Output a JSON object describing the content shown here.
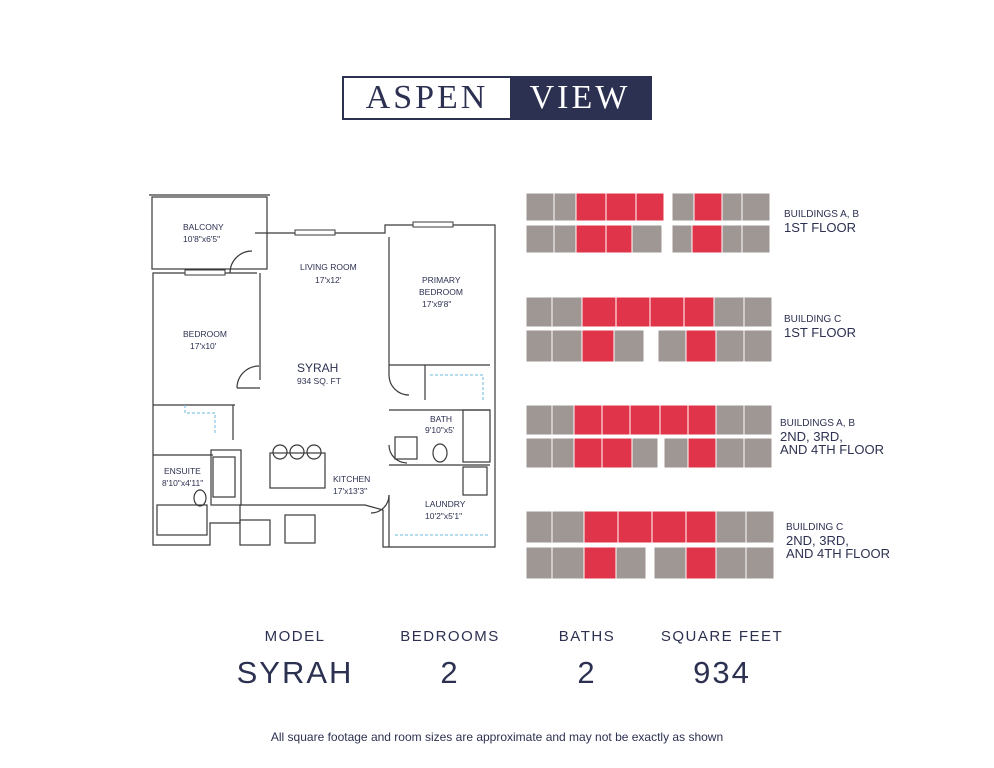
{
  "logo": {
    "left": "ASPEN",
    "right": "VIEW"
  },
  "floorplan": {
    "rooms": [
      {
        "name": "BALCONY",
        "dims": "10'8\"x6'5\""
      },
      {
        "name": "LIVING ROOM",
        "dims": "17'x12'"
      },
      {
        "name": "PRIMARY",
        "name2": "BEDROOM",
        "dims": "17'x9'8\""
      },
      {
        "name": "BEDROOM",
        "dims": "17'x10'"
      },
      {
        "name": "BATH",
        "dims": "9'10\"x5'"
      },
      {
        "name": "ENSUITE",
        "dims": "8'10\"x4'11\""
      },
      {
        "name": "KITCHEN",
        "dims": "17'x13'3\""
      },
      {
        "name": "LAUNDRY",
        "dims": "10'2\"x5'1\""
      }
    ],
    "model_name": "SYRAH",
    "model_area": "934 SQ. FT"
  },
  "buildings": [
    {
      "line1": "BUILDINGS A, B",
      "line2": "1ST FLOOR",
      "line3": ""
    },
    {
      "line1": "BUILDING C",
      "line2": "1ST FLOOR",
      "line3": ""
    },
    {
      "line1": "BUILDINGS A, B",
      "line2": "2ND, 3RD,",
      "line3": "AND 4TH FLOOR"
    },
    {
      "line1": "BUILDING C",
      "line2": "2ND, 3RD,",
      "line3": "AND 4TH FLOOR"
    }
  ],
  "stats": [
    {
      "label": "MODEL",
      "value": "SYRAH"
    },
    {
      "label": "BEDROOMS",
      "value": "2"
    },
    {
      "label": "BATHS",
      "value": "2"
    },
    {
      "label": "SQUARE FEET",
      "value": "934"
    }
  ],
  "disclaimer": "All square footage and room sizes are approximate and may not be exactly as shown",
  "colors": {
    "navy": "#2d3151",
    "highlight": "#e0344a",
    "unit": "#9e9794"
  }
}
